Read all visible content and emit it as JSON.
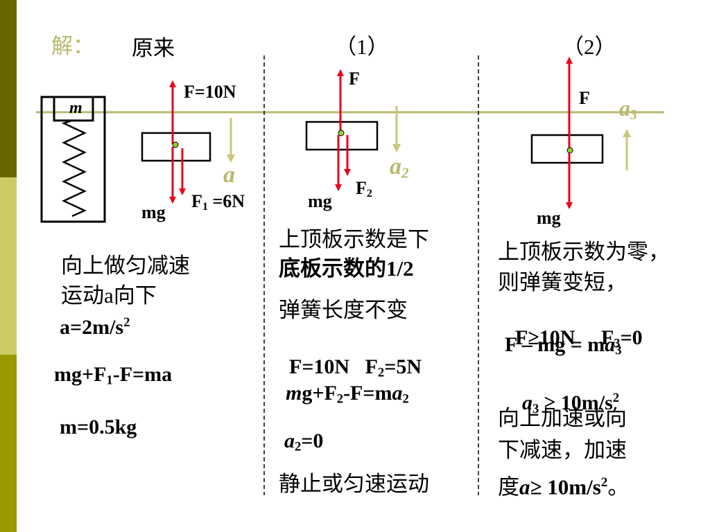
{
  "header": {
    "solution_label": "解：",
    "original_label": "原来",
    "case1_label": "（1）",
    "case2_label": "（2）"
  },
  "diagram_labels": {
    "mass": "m",
    "f_original": "F=10N",
    "accel_a": "a",
    "mg": "mg",
    "f1_prefix": "F",
    "f1_sub": "1",
    "f1_value": " =6N",
    "f": "F",
    "accel_a2_letter": "a",
    "accel_a2_sub": "2",
    "f2_letter": "F",
    "f2_sub": "2",
    "accel_a3_letter": "a",
    "accel_a3_sub": "3"
  },
  "col0": {
    "line1": "向上做匀减速",
    "line2": "运动a向下",
    "accel": "a=2m/s",
    "accel_sup": "2",
    "eq_a": "mg+F",
    "eq_sub": "1",
    "eq_b": "-F=ma",
    "mass": "m=0.5kg"
  },
  "col1": {
    "line1": "上顶板示数是下",
    "line2": "底板示数的1/2",
    "line3": "弹簧长度不变",
    "forces_a": "F=10N   F",
    "forces_sub": "2",
    "forces_b": "=5N",
    "eq_m": "m",
    "eq_a": "g+F",
    "eq_sub": "2",
    "eq_b": "-F=m",
    "eq_a2": "a",
    "eq_a2_sub": "2",
    "result_a": "a",
    "result_sub": "2",
    "result_b": "=0",
    "conclusion": "静止或匀速运动"
  },
  "col2": {
    "line1": "上顶板示数为零，",
    "line2": "则弹簧变短，",
    "forces_a": "F≥10N     F",
    "forces_sub": "3",
    "forces_b": "=0",
    "eq_a": "F – mg = m",
    "eq_a3": "a",
    "eq_a3_sub": "3",
    "ineq_a3": "a",
    "ineq_sub": "3",
    "ineq_b": " ≥ 10m/s",
    "ineq_sup": "2",
    "concl1": "向上加速或向",
    "concl2": "下减速，加速",
    "concl3_a": "度",
    "concl3_it": "a",
    "concl3_b": "≥ 10m/s",
    "concl3_sup": "2",
    "concl3_c": "。"
  },
  "colors": {
    "sidebar_dark": "#666600",
    "sidebar_light": "#cccc66",
    "sidebar_mid": "#999900",
    "force_arrow": "#e8001c",
    "accel_arrow": "#c8c878",
    "accel_label": "#b8b86e",
    "reference_line": "#b8b86e",
    "solution_label": "#b8b86e"
  }
}
